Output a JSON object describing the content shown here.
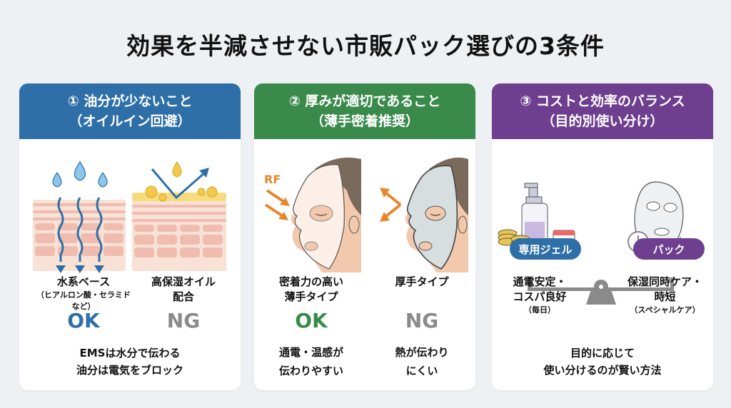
{
  "title": "効果を半減させない市販パック選びの3条件",
  "colors": {
    "background": "#eef1f4",
    "card1_accent": "#2e6fa8",
    "card2_accent": "#3a8a4c",
    "card3_accent": "#6d3f8e",
    "ng_gray": "#8a8a8a",
    "arrow_orange": "#e8862a",
    "oil_yellow": "#f2c94c"
  },
  "cards": [
    {
      "header_line1": "① 油分が少ないこと",
      "header_line2": "（オイルイン回避）",
      "illustration": [
        "water-drops-penetrating-skin",
        "oil-layer-blocking-skin"
      ],
      "left": {
        "label": "水系ベース",
        "sub": "（ヒアルロン酸・セラミドなど）",
        "verdict": "OK"
      },
      "right": {
        "label_line1": "高保湿オイル",
        "label_line2": "配合",
        "verdict": "NG"
      },
      "footer_line1": "EMSは水分で伝わる",
      "footer_line2": "油分は電気をブロック"
    },
    {
      "header_line1": "② 厚みが適切であること",
      "header_line2": "（薄手密着推奨）",
      "illustration": [
        "thin-mask-face",
        "thick-mask-face"
      ],
      "rf_label": "RF",
      "left": {
        "label_line1": "密着力の高い",
        "label_line2": "薄手タイプ",
        "verdict": "OK",
        "desc_line1": "通電・温感が",
        "desc_line2": "伝わりやすい"
      },
      "right": {
        "label": "厚手タイプ",
        "verdict": "NG",
        "desc_line1": "熱が伝わり",
        "desc_line2": "にくい"
      }
    },
    {
      "header_line1": "③ コストと効率のバランス",
      "header_line2": "（目的別使い分け）",
      "illustration": [
        "gel-bottle-coins-calendar",
        "sheet-mask-clock-drop",
        "balance-scale"
      ],
      "left": {
        "pill": "専用ジェル",
        "label_line1": "通電安定・",
        "label_line2": "コスパ良好",
        "sub": "（毎日）"
      },
      "right": {
        "pill": "パック",
        "label_line1": "保湿同時ケア・",
        "label_line2": "時短",
        "sub": "（スペシャルケア）"
      },
      "footer_line1": "目的に応じて",
      "footer_line2": "使い分けるのが賢い方法"
    }
  ]
}
